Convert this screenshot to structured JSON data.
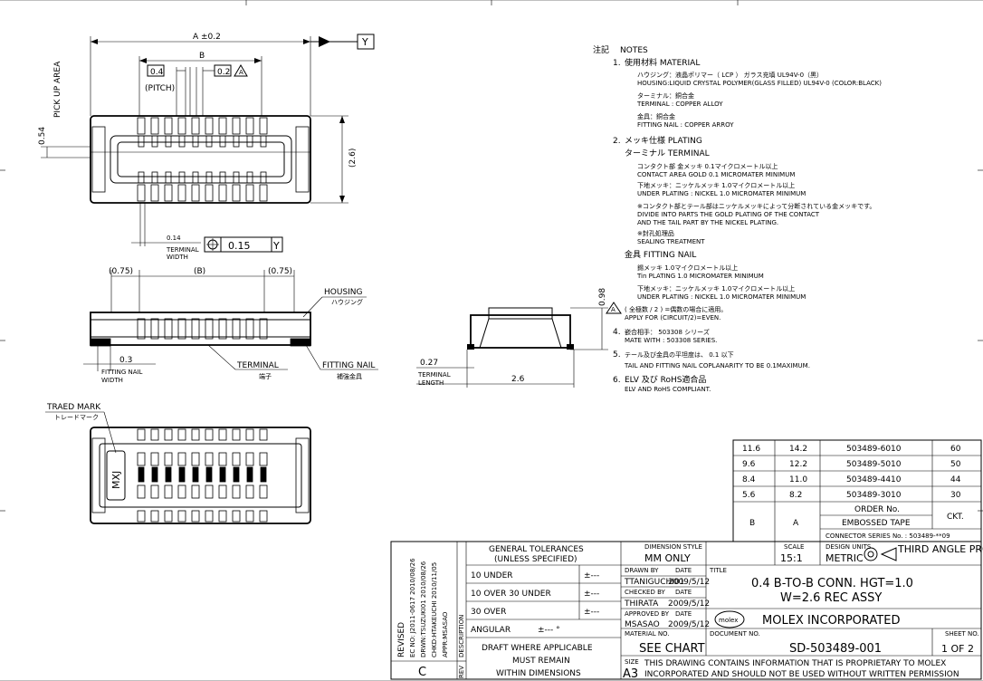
{
  "views": {
    "top": {
      "dim_a": "A ±0.2",
      "dim_b": "B",
      "pitch_box": "0.4",
      "pitch_label": "(PITCH)",
      "tol_box": "0.2",
      "tol_flag": "A",
      "datum_y": "Y",
      "pickup_dim": "0.54",
      "pickup_label": "PICK UP AREA",
      "height_dim": "(2.6)",
      "terminal_width_dim": "0.14",
      "terminal_width_label1": "TERMINAL",
      "terminal_width_label2": "WIDTH",
      "position_tol_value": "0.15",
      "position_tol_datum": "Y"
    },
    "front": {
      "dim_left": "(0.75)",
      "dim_mid": "(B)",
      "dim_right": "(0.75)",
      "housing_label": "HOUSING",
      "housing_jp": "ハウジング",
      "fitting_nail_width_dim": "0.3",
      "fitting_nail_width_label1": "FITTING NAIL",
      "fitting_nail_width_label2": "WIDTH",
      "terminal_label": "TERMINAL",
      "terminal_jp": "端子",
      "fitting_nail_label": "FITTING NAIL",
      "fitting_nail_jp": "補強金具"
    },
    "side": {
      "height_dim": "0.98",
      "terminal_length_dim": "0.27",
      "terminal_length_label1": "TERMINAL",
      "terminal_length_label2": "LENGTH",
      "width_dim": "2.6"
    },
    "bottom": {
      "trade_mark_label": "TRAED MARK",
      "trade_mark_jp": "トレードマーク",
      "mark_text": "MXJ"
    }
  },
  "notes": {
    "header_jp": "注記",
    "header": "NOTES",
    "items": [
      {
        "num": "1.",
        "title": "使用材料 MATERIAL"
      },
      {
        "num": "2.",
        "title": "メッキ仕様 PLATING"
      },
      {
        "num": "A",
        "title": "( 全極数 / 2 ) =偶数の場合に適用。"
      },
      {
        "num": "4.",
        "title": "嵌合相手： 503308 シリーズ"
      },
      {
        "num": "5.",
        "title": "テール及び金具の平坦度は、 0.1 以下"
      },
      {
        "num": "6.",
        "title": "ELV 及び RoHS適合品"
      }
    ],
    "lines": [
      "ハウジング：液晶ポリマー（ LCP ） ガラス充填 UL94V-0（黒）",
      "HOUSING:LIQUID CRYSTAL POLYMER(GLASS FILLED) UL94V-0 (COLOR:BLACK)",
      "ターミナル：銅合金",
      "TERMINAL : COPPER ALLOY",
      "金具：銅合金",
      "FITTING NAIL : COPPER ARROY",
      "ターミナル TERMINAL",
      "コンタクト部 金メッキ 0.1マイクロメートル以上",
      "CONTACT AREA GOLD 0.1 MICROMATER MINIMUM",
      "下地メッキ：ニッケルメッキ 1.0マイクロメートル以上",
      "UNDER PLATING : NICKEL 1.0 MICROMATER MINIMUM",
      "※コンタクト部とテール部はニッケルメッキによって分断されている金メッキです。",
      "DIVIDE INTO PARTS THE GOLD PLATING OF THE CONTACT",
      "AND THE TAIL PART BY THE NICKEL PLATING.",
      "※封孔処理品",
      "SEALING TREATMENT",
      "金具 FITTING NAIL",
      "錫メッキ 1.0マイクロメートル以上",
      "Tin PLATING 1.0 MICROMATER MINIMUM",
      "下地メッキ：ニッケルメッキ 1.0マイクロメートル以上",
      "UNDER PLATING : NICKEL 1.0 MICROMATER MINIMUM",
      "APPLY FOR (CIRCUIT/2)=EVEN.",
      "MATE WITH : 503308 SERIES.",
      "TAIL AND FITTING NAIL COPLANARITY TO BE 0.1MAXIMUM.",
      "ELV AND RoHS COMPLIANT."
    ]
  },
  "table": {
    "rows": [
      {
        "b": "11.6",
        "a": "14.2",
        "order": "503489-6010",
        "ckt": "60"
      },
      {
        "b": "9.6",
        "a": "12.2",
        "order": "503489-5010",
        "ckt": "50"
      },
      {
        "b": "8.4",
        "a": "11.0",
        "order": "503489-4410",
        "ckt": "44"
      },
      {
        "b": "5.6",
        "a": "8.2",
        "order": "503489-3010",
        "ckt": "30"
      }
    ],
    "header_b": "B",
    "header_a": "A",
    "header_order": "ORDER No.",
    "header_embossed": "EMBOSSED TAPE",
    "header_series": "CONNECTOR SERIES No. : 503489-**09",
    "header_ckt": "CKT."
  },
  "title_block": {
    "general_tol": "GENERAL TOLERANCES",
    "unless": "(UNLESS SPECIFIED)",
    "tol_rows": [
      "10 UNDER",
      "10 OVER 30 UNDER",
      "30 OVER"
    ],
    "tol_value": "±---",
    "angular": "ANGULAR",
    "angular_tol": "±---  °",
    "draft1": "DRAFT WHERE APPLICABLE",
    "draft2": "MUST REMAIN",
    "draft3": "WITHIN DIMENSIONS",
    "revised": "REVISED",
    "ec_no": "EC NO: J2011-0617 2010/08/26",
    "drwn": "DRWN:TSUZUKI01 2010/08/26",
    "chkd": "CHKD:HTAKEUCHI 2010/11/05",
    "appr": "APPR:MSASAO",
    "rev_letter": "C",
    "description_label": "DESCRIPTION",
    "rev_label": "REV",
    "dim_style_label": "DIMENSION STYLE",
    "dim_style": "MM ONLY",
    "scale_label": "SCALE",
    "scale": "15:1",
    "design_units_label": "DESIGN UNITS",
    "design_units": "METRIC",
    "projection": "THIRD ANGLE PROJECTION",
    "drawn_by_label": "DRAWN BY",
    "date_label": "DATE",
    "drawn_by": "TTANIGUCHI01",
    "drawn_date": "2009/5/12",
    "checked_by_label": "CHECKED BY",
    "checked_by": "THIRATA",
    "checked_date": "2009/5/12",
    "approved_by_label": "APPROVED BY",
    "approved_by": "MSASAO",
    "approved_date": "2009/5/12",
    "title_label": "TITLE",
    "title1": "0.4 B-TO-B CONN. HGT=1.0",
    "title2": "W=2.6 REC ASSY",
    "company": "MOLEX INCORPORATED",
    "logo": "molex",
    "material_label": "MATERIAL NO.",
    "material": "SEE CHART",
    "document_label": "DOCUMENT NO.",
    "document": "SD-503489-001",
    "sheet_label": "SHEET NO.",
    "sheet": "1 OF 2",
    "size_label": "SIZE",
    "size": "A3",
    "proprietary1": "THIS DRAWING CONTAINS INFORMATION THAT IS PROPRIETARY TO MOLEX",
    "proprietary2": "INCORPORATED AND SHOULD NOT BE USED WITHOUT WRITTEN PERMISSION"
  }
}
